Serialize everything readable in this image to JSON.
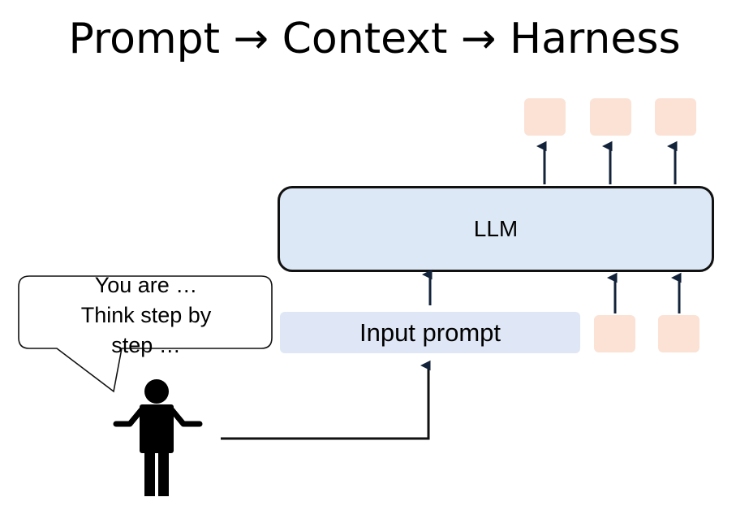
{
  "diagram": {
    "title": "Prompt → Context → Harness",
    "llm_label": "LLM",
    "input_prompt_label": "Input prompt",
    "speech_bubble": {
      "line1": "You are …",
      "line2": "Think step by",
      "line3": "step …"
    },
    "colors": {
      "llm_fill": "#dce8f5",
      "input_prompt_fill": "#dfe6f5",
      "token_fill": "#fbe2d5",
      "arrow": "#13233a",
      "outline": "#111111"
    },
    "icons": {
      "person": "person-shrugging-icon",
      "bubble": "speech-bubble-icon"
    }
  }
}
